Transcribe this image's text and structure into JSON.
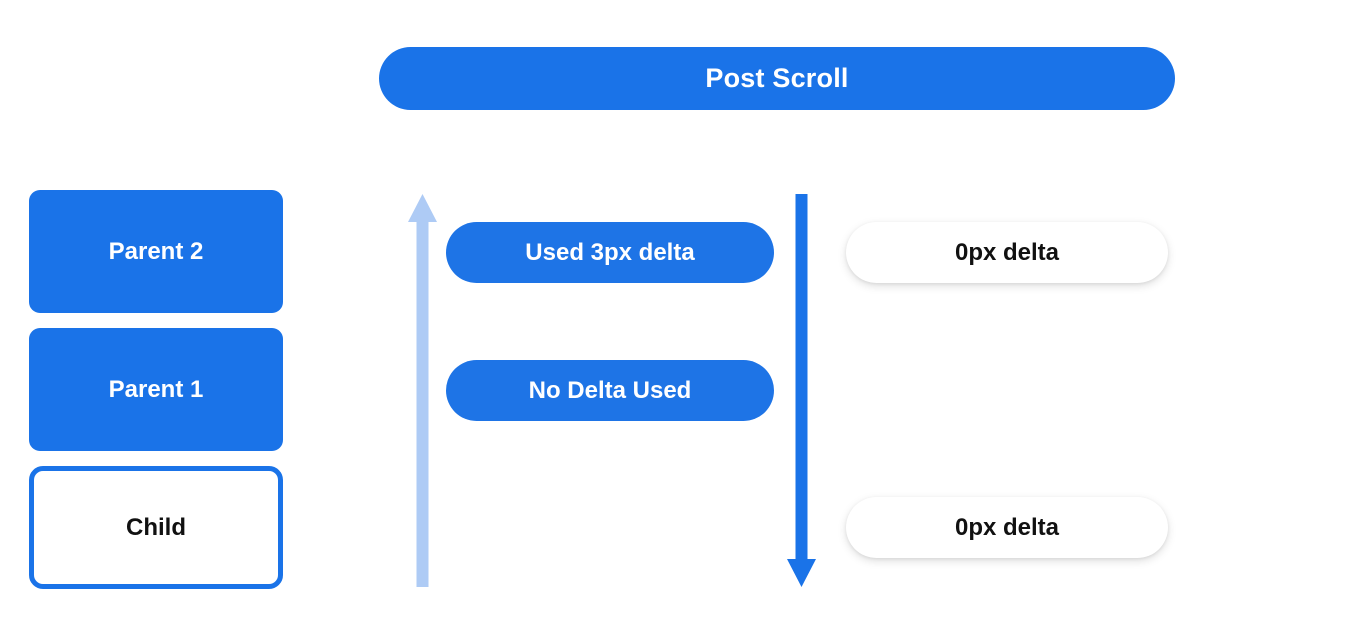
{
  "colors": {
    "brand_blue": "#1a73e8",
    "pill_blue": "#1e74e6",
    "arrow_light_blue": "#aecbf5",
    "arrow_blue": "#1a73e8",
    "text_dark": "#111111",
    "text_light": "#ffffff",
    "background": "#ffffff"
  },
  "header": {
    "title": "Post Scroll"
  },
  "stack": {
    "boxes": [
      {
        "label": "Parent 2",
        "style": "filled"
      },
      {
        "label": "Parent 1",
        "style": "filled"
      },
      {
        "label": "Child",
        "style": "outlined"
      }
    ]
  },
  "arrows": [
    {
      "name": "scroll-up-arrow",
      "direction": "up",
      "color": "#aecbf5"
    },
    {
      "name": "scroll-down-arrow",
      "direction": "down",
      "color": "#1a73e8"
    }
  ],
  "middle_pills": [
    {
      "label": "Used 3px delta"
    },
    {
      "label": "No Delta Used"
    }
  ],
  "right_pills": [
    {
      "label": "0px delta"
    },
    {
      "label": "0px delta"
    }
  ]
}
